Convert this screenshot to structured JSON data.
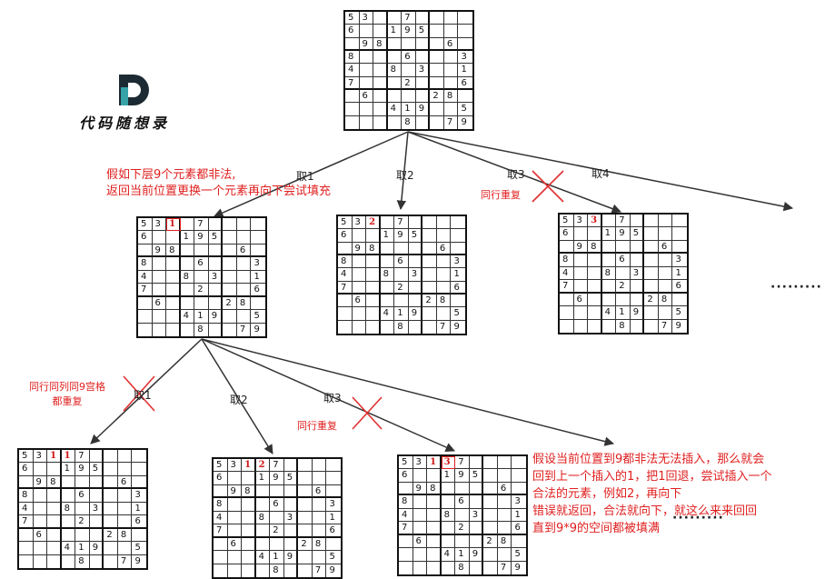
{
  "brand": {
    "title": "代码随想录",
    "logo_icon": "d-logo-icon",
    "logo_colors": [
      "#1c2b33",
      "#35a3a8"
    ]
  },
  "accent_color": "#e02020",
  "boards": [
    {
      "id": "root",
      "rows": [
        "53  7    ",
        "6  195   ",
        " 98    6 ",
        "8   6   3",
        "4  8 3  1",
        "7   2   6",
        " 6    28 ",
        "   419  5",
        "    8  79"
      ],
      "red": []
    },
    {
      "id": "l1-take1",
      "rows": [
        "531 7    ",
        "6  195   ",
        " 98    6 ",
        "8   6   3",
        "4  8 3  1",
        "7   2   6",
        " 6    28 ",
        "   419  5",
        "    8  79"
      ],
      "red": [
        [
          0,
          2
        ]
      ],
      "highlight": [
        0,
        2
      ]
    },
    {
      "id": "l1-take2",
      "rows": [
        "532 7    ",
        "6  195   ",
        " 98    6 ",
        "8   6   3",
        "4  8 3  1",
        "7   2   6",
        " 6    28 ",
        "   419  5",
        "    8  79"
      ],
      "red": [
        [
          0,
          2
        ]
      ]
    },
    {
      "id": "l1-take3",
      "rows": [
        "533 7    ",
        "6  195   ",
        " 98    6 ",
        "8   6   3",
        "4  8 3  1",
        "7   2   6",
        " 6    28 ",
        "   419  5",
        "    8  79"
      ],
      "red": [
        [
          0,
          2
        ]
      ]
    },
    {
      "id": "l2-take1",
      "rows": [
        "53117    ",
        "6  195   ",
        " 98    6 ",
        "8   6   3",
        "4  8 3  1",
        "7   2   6",
        " 6    28 ",
        "   419  5",
        "    8  79"
      ],
      "red": [
        [
          0,
          2
        ],
        [
          0,
          3
        ]
      ]
    },
    {
      "id": "l2-take2",
      "rows": [
        "53127    ",
        "6  195   ",
        " 98    6 ",
        "8   6   3",
        "4  8 3  1",
        "7   2   6",
        " 6    28 ",
        "   419  5",
        "    8  79"
      ],
      "red": [
        [
          0,
          2
        ],
        [
          0,
          3
        ]
      ]
    },
    {
      "id": "l2-take3",
      "rows": [
        "53137    ",
        "6  195   ",
        " 98    6 ",
        "8   6   3",
        "4  8 3  1",
        "7   2   6",
        " 6    28 ",
        "   419  5",
        "    8  79"
      ],
      "red": [
        [
          0,
          2
        ],
        [
          0,
          3
        ]
      ],
      "highlight": [
        0,
        3
      ]
    }
  ],
  "edges": {
    "top_take1": "取1",
    "top_take2": "取2",
    "top_take3": "取3",
    "top_take4": "取4",
    "mid_take1": "取1",
    "mid_take2": "取2",
    "mid_take3": "取3"
  },
  "notes": {
    "backtrack_line1": "假如下层9个元素都非法,",
    "backtrack_line2": "返回当前位置更换一个元素再向下尝试填充",
    "row_dup_top": "同行重复",
    "row_col_box_dup_line1": "同行同列同9宫格",
    "row_col_box_dup_line2": "都重复",
    "row_dup_mid": "同行重复",
    "explain_line1": "假设当前位置到9都非法无法插入，那么就会",
    "explain_line2": "回到上一个插入的1，把1回退，尝试插入一个",
    "explain_line3": "合法的元素，例如2，再向下",
    "explain_line4": "错误就返回，合法就向下，就这么来来回回",
    "explain_line5": "直到9*9的空间都被填满"
  },
  "ellipsis": {
    "right": "·········",
    "bottom": "·········"
  },
  "icons": {
    "invalid": "red-cross-icon",
    "arrow": "arrow-head-icon"
  }
}
